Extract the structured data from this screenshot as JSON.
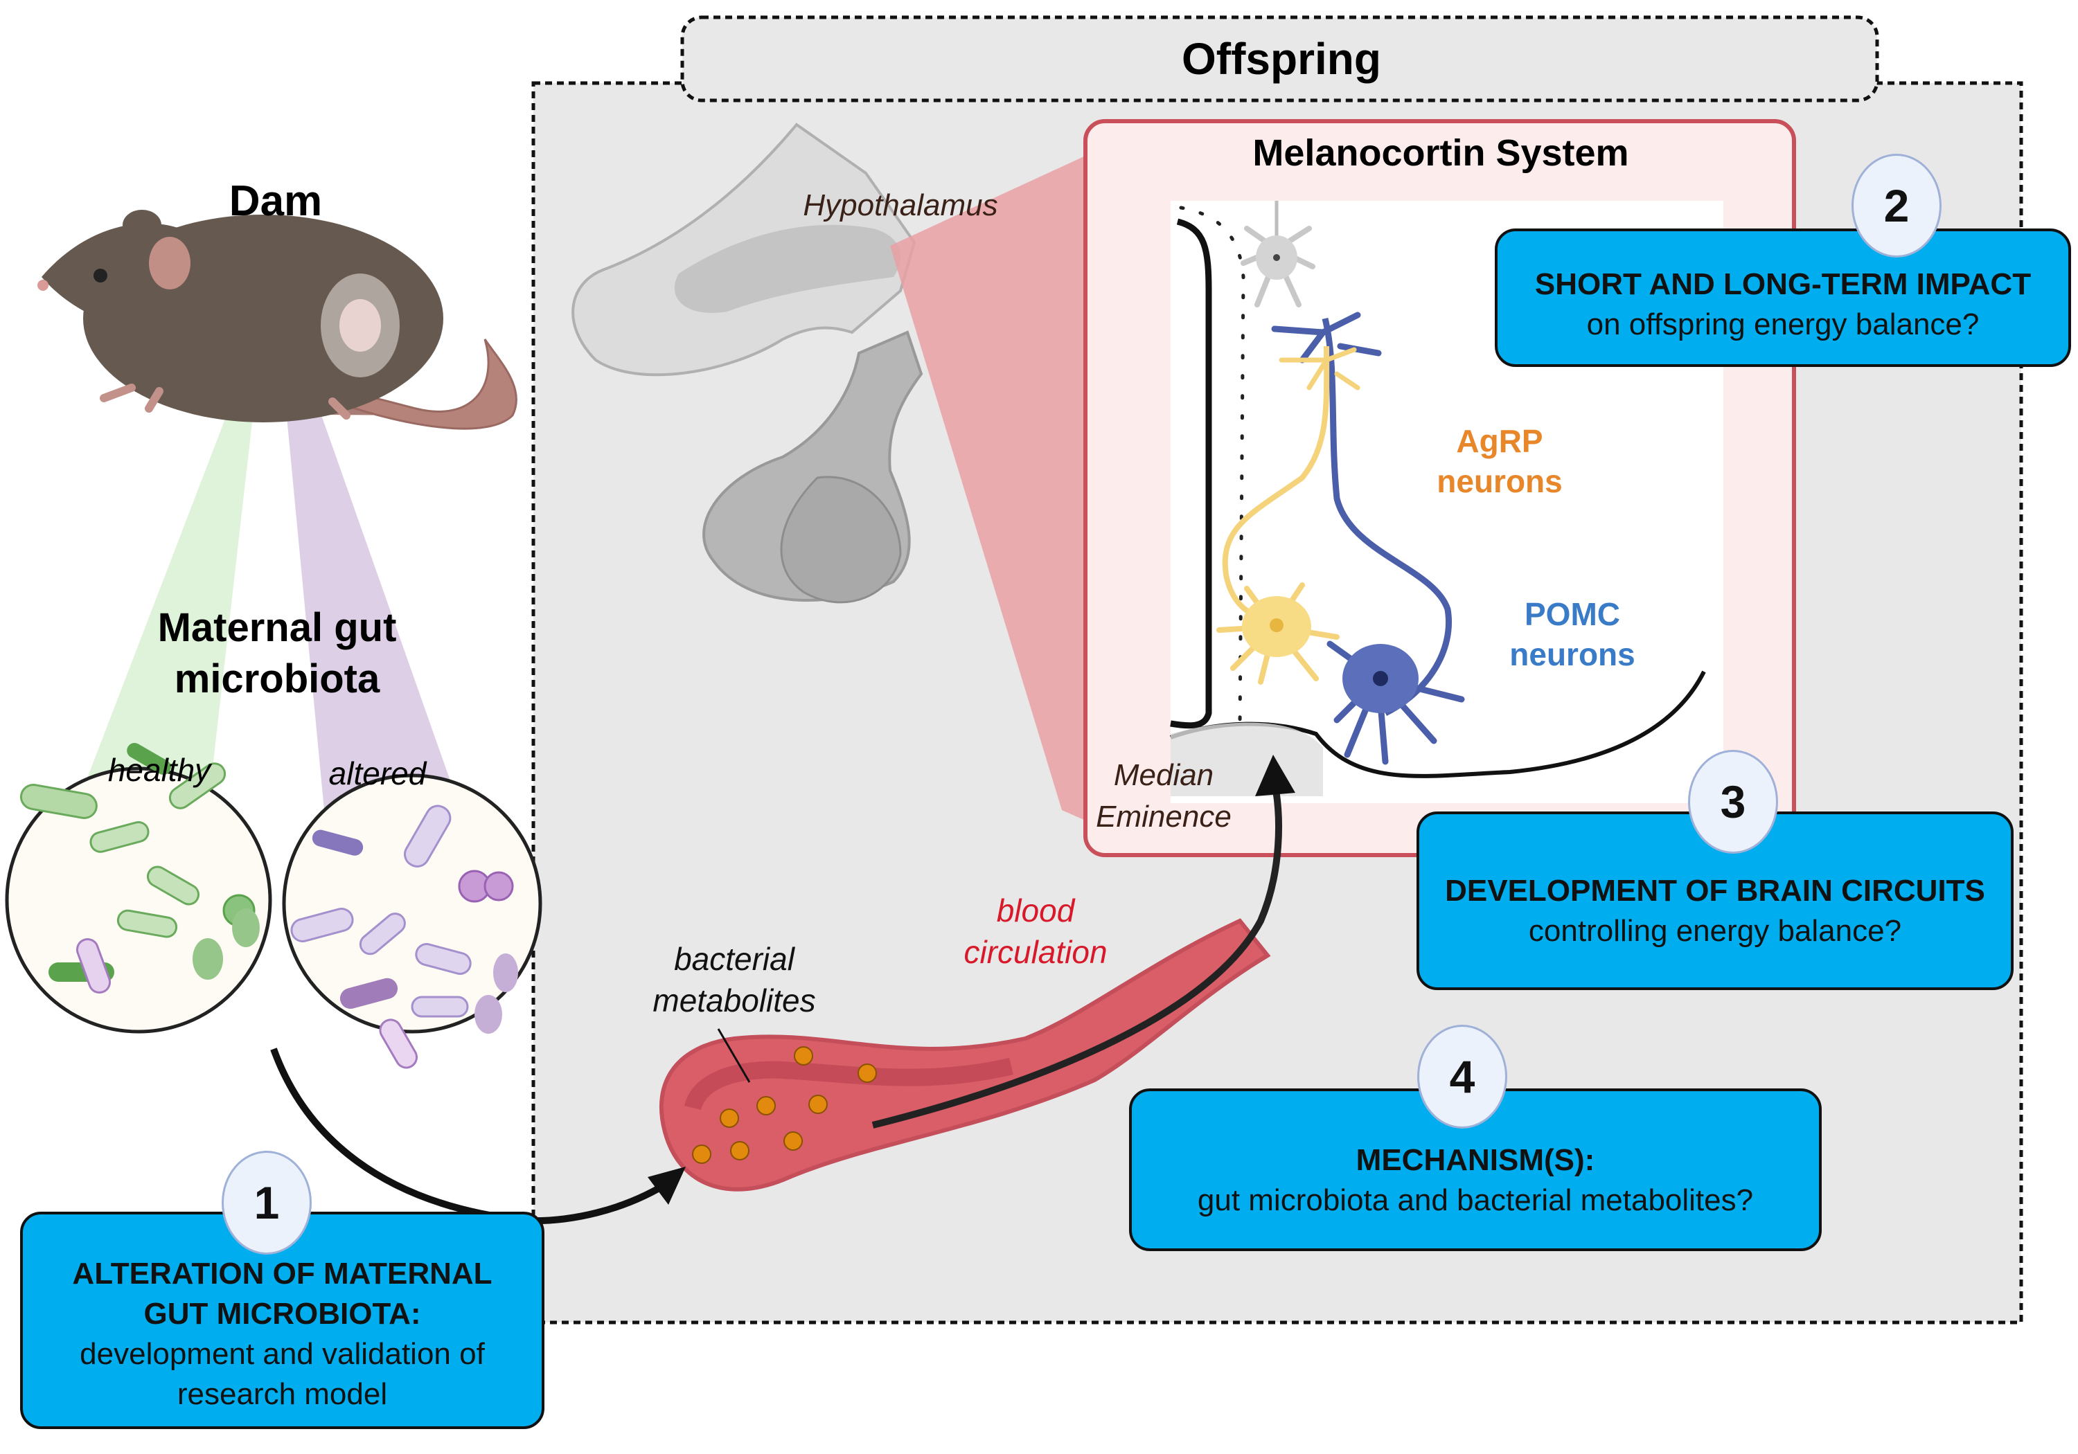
{
  "figure": {
    "dam_label": "Dam",
    "maternal_label_line1": "Maternal gut",
    "maternal_label_line2": "microbiota",
    "healthy_label": "healthy",
    "altered_label": "altered",
    "offspring_label": "Offspring",
    "hypothalamus_label": "Hypothalamus",
    "melanocortin_title": "Melanocortin System",
    "agrp_line1": "AgRP",
    "agrp_line2": "neurons",
    "pomc_line1": "POMC",
    "pomc_line2": "neurons",
    "median_line1": "Median",
    "median_line2": "Eminence",
    "metabolites_line1": "bacterial",
    "metabolites_line2": "metabolites",
    "blood_line1": "blood",
    "blood_line2": "circulation"
  },
  "steps": [
    {
      "number": "1",
      "heading": "ALTERATION OF MATERNAL GUT MICROBIOTA:",
      "text": "development and validation of research model"
    },
    {
      "number": "2",
      "heading": "SHORT AND LONG-TERM IMPACT",
      "text": "on offspring energy balance?"
    },
    {
      "number": "3",
      "heading": "DEVELOPMENT OF BRAIN CIRCUITS",
      "text": "controlling energy balance?"
    },
    {
      "number": "4",
      "heading": "MECHANISM(S):",
      "text": "gut microbiota and bacterial metabolites?"
    }
  ],
  "colors": {
    "box_fill": "#00aeef",
    "agrp": "#e8862a",
    "pomc": "#3a7bc8",
    "blood_text": "#d7192a",
    "melanocortin_border": "#c9505a",
    "offspring_bg": "#e8e8e8"
  }
}
